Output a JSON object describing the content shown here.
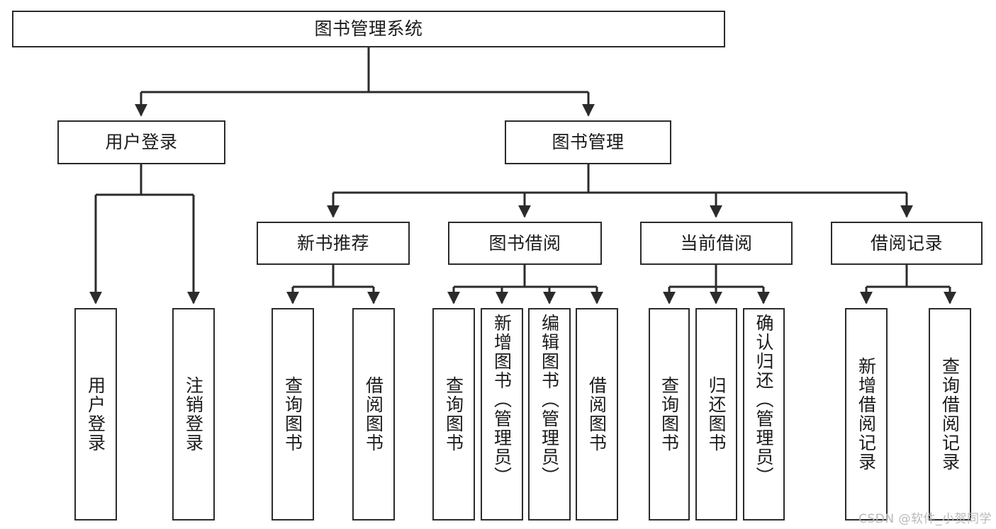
{
  "diagram": {
    "title": "图书管理系统",
    "watermark": "CSDN @软件_小贺同学",
    "colors": {
      "stroke": "#2b2b2b",
      "fill": "#ffffff",
      "text": "#1b1b1b",
      "watermark": "#b9b9b9"
    },
    "root": {
      "label": "图书管理系统"
    },
    "level1": [
      {
        "label": "用户登录"
      },
      {
        "label": "图书管理"
      }
    ],
    "level2": [
      {
        "label": "新书推荐"
      },
      {
        "label": "图书借阅"
      },
      {
        "label": "当前借阅"
      },
      {
        "label": "借阅记录"
      }
    ],
    "leaves": {
      "user_login": [
        {
          "label": "用户登录"
        },
        {
          "label": "注销登录"
        }
      ],
      "new_book_recommend": [
        {
          "label": "查询图书"
        },
        {
          "label": "借阅图书"
        }
      ],
      "book_borrow": [
        {
          "label": "查询图书"
        },
        {
          "label": "新增图书（管理员）"
        },
        {
          "label": "编辑图书（管理员）"
        },
        {
          "label": "借阅图书"
        }
      ],
      "current_borrow": [
        {
          "label": "查询图书"
        },
        {
          "label": "归还图书"
        },
        {
          "label": "确认归还（管理员）"
        }
      ],
      "borrow_record": [
        {
          "label": "新增借阅记录"
        },
        {
          "label": "查询借阅记录"
        }
      ]
    }
  }
}
